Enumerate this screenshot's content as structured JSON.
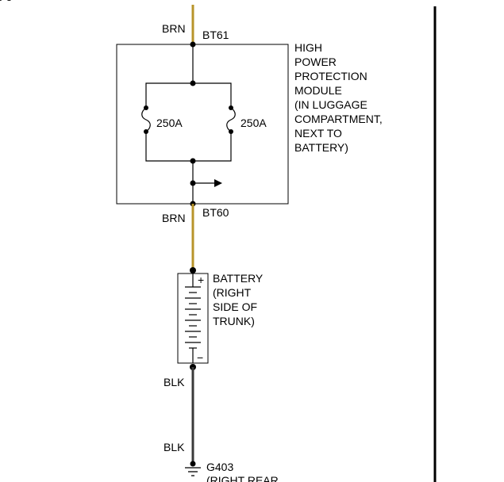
{
  "header_fragment": "g   g",
  "wires": {
    "top_color_label": "BRN",
    "top_connector": "BT61",
    "mid_color_label": "BRN",
    "mid_connector": "BT60",
    "lower_color_label_1": "BLK",
    "lower_color_label_2": "BLK",
    "brown_hex": "#b8942a",
    "black_hex": "#3a3a3a"
  },
  "module": {
    "label_lines": [
      "HIGH",
      "POWER",
      "PROTECTION",
      "MODULE",
      "(IN LUGGAGE",
      "COMPARTMENT,",
      "NEXT TO",
      "BATTERY)"
    ],
    "fuse_left_rating": "250A",
    "fuse_right_rating": "250A"
  },
  "battery": {
    "label_lines": [
      "BATTERY",
      "(RIGHT",
      "SIDE OF",
      "TRUNK)"
    ],
    "plus_symbol": "+",
    "minus_symbol": "−"
  },
  "ground": {
    "label_lines": [
      "G403",
      "(RIGHT REAR"
    ]
  }
}
